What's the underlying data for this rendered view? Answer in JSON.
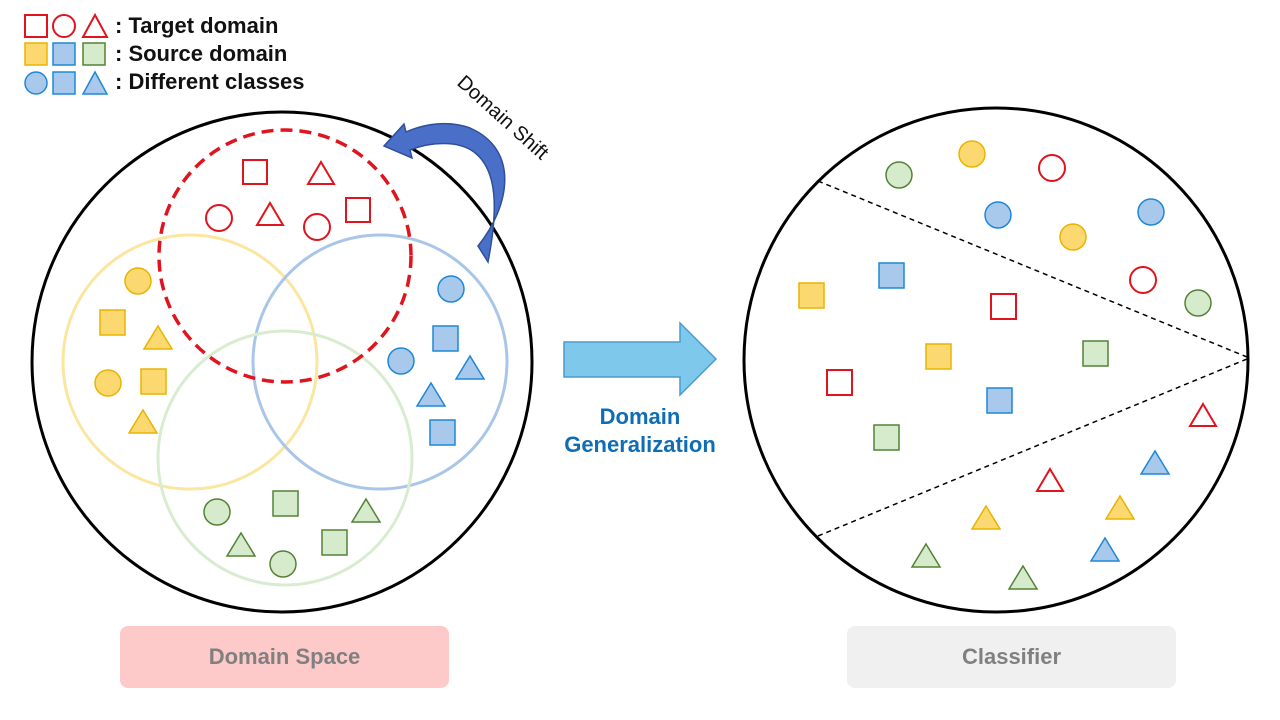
{
  "legend": {
    "target_label": ": Target domain",
    "source_label": ": Source domain",
    "classes_label": ": Different classes"
  },
  "domain_shift_label": "Domain Shift",
  "domain_generalization": {
    "line1": "Domain",
    "line2": "Generalization"
  },
  "panels": {
    "left_label": "Domain Space",
    "right_label": "Classifier"
  },
  "colors": {
    "target_red": "#e0141e",
    "yellow_stroke": "#e8b400",
    "yellow_fill": "#fcd970",
    "blue_stroke": "#1e88d6",
    "blue_fill": "#a8c8ec",
    "green_stroke": "#548235",
    "green_fill": "#d5ebcc",
    "yellow_domain": "#fbe6a0",
    "blue_domain": "#a9c6e8",
    "green_domain": "#d8ecd0",
    "arrow_blue": "#7ec8ec",
    "shift_arrow": "#4a6fc8",
    "dg_text": "#0f6db5",
    "left_label_bg": "#fdcac9",
    "right_label_bg": "#f0f0f0"
  },
  "icons": {
    "domain_shift_arrow": "curved-arrow-icon",
    "generalization_arrow": "right-arrow-icon"
  }
}
